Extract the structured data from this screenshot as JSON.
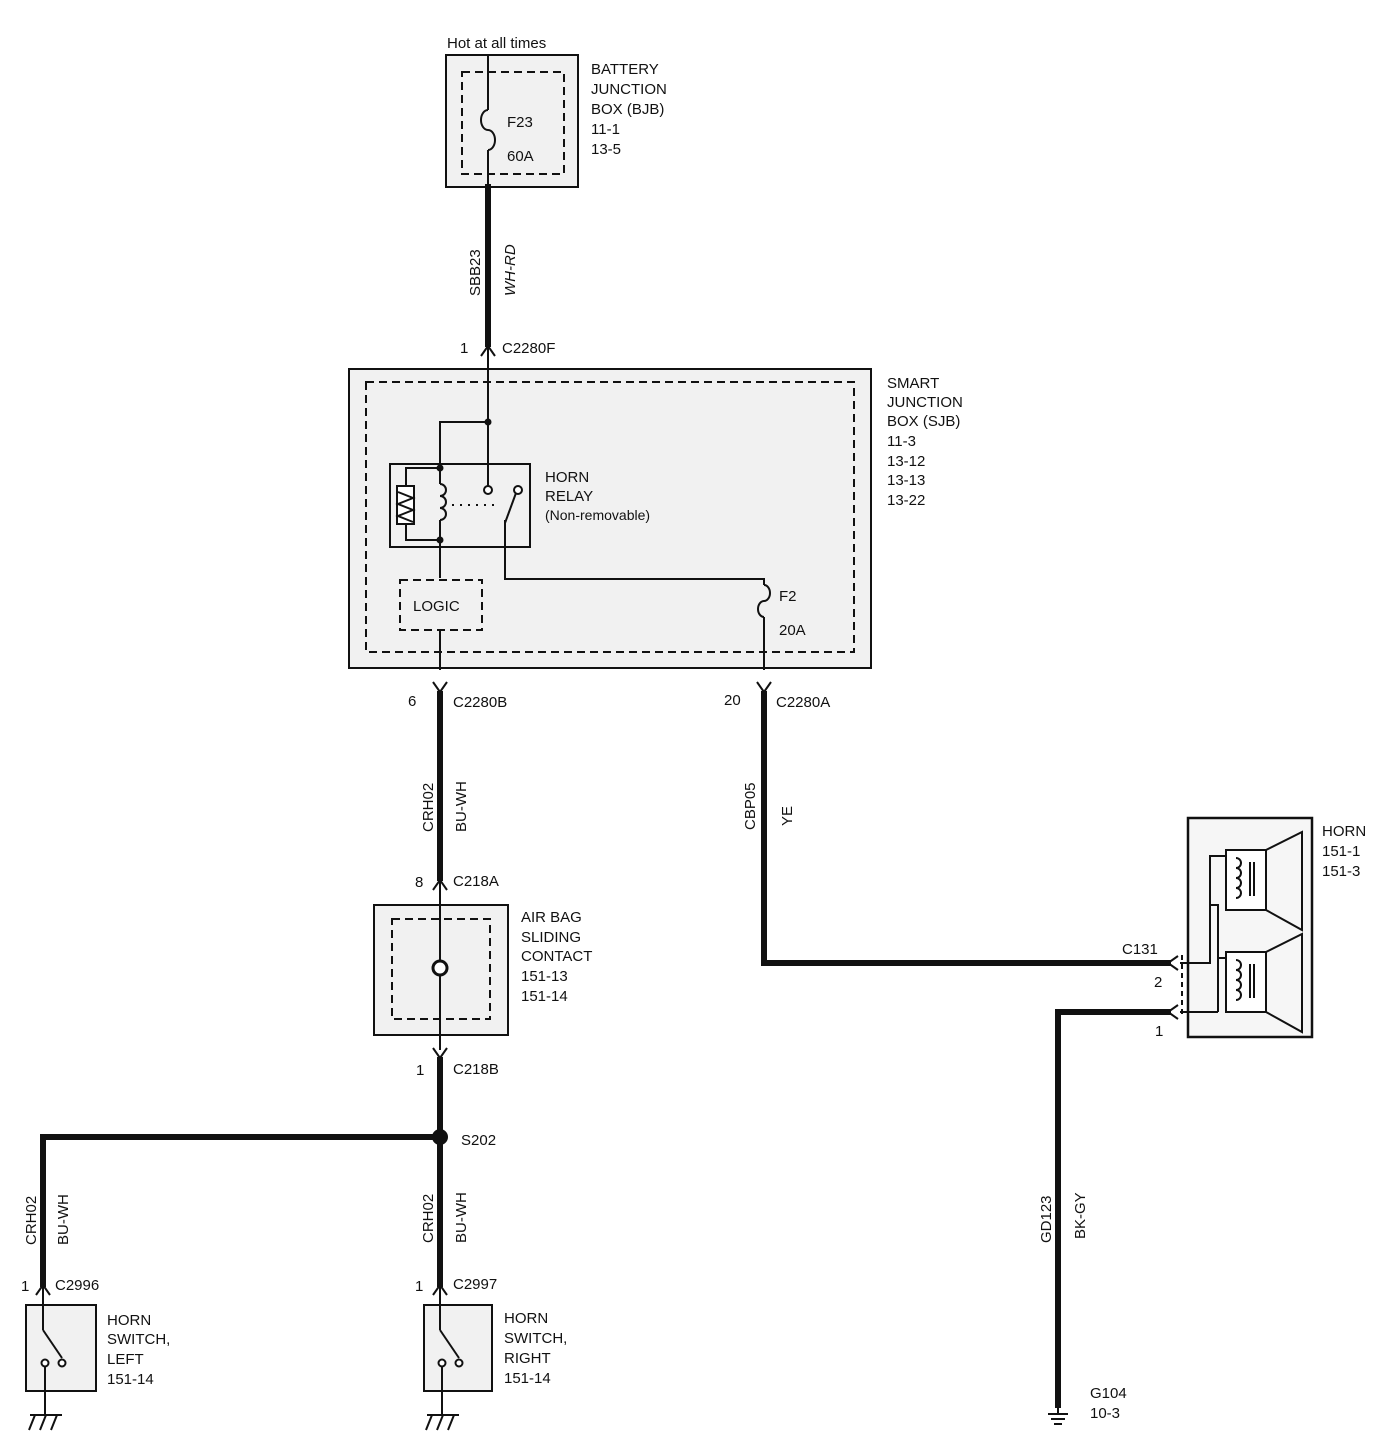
{
  "battery_junction_box": {
    "note": "Hot at all times",
    "lines": [
      "BATTERY",
      "JUNCTION",
      "BOX (BJB)",
      "11-1",
      "13-5"
    ],
    "fuse": "F23",
    "rating": "60A"
  },
  "wire_bjb_sjb": {
    "circuit": "SBB23",
    "color": "WH-RD"
  },
  "connector_c2280f": {
    "pin": "1",
    "name": "C2280F"
  },
  "smart_junction_box": {
    "lines": [
      "SMART",
      "JUNCTION",
      "BOX (SJB)",
      "11-3",
      "13-12",
      "13-13",
      "13-22"
    ],
    "relay_lines": [
      "HORN",
      "RELAY",
      "(Non-removable)"
    ],
    "logic": "LOGIC",
    "fuse": "F2",
    "rating": "20A"
  },
  "connector_c2280b": {
    "pin": "6",
    "name": "C2280B"
  },
  "connector_c2280a": {
    "pin": "20",
    "name": "C2280A"
  },
  "wire_relay_airbag": {
    "circuit": "CRH02",
    "color": "BU-WH"
  },
  "wire_horn_feed": {
    "circuit": "CBP05",
    "color": "YE"
  },
  "connector_c218a": {
    "pin": "8",
    "name": "C218A"
  },
  "air_bag_sliding_contact": {
    "lines": [
      "AIR BAG",
      "SLIDING",
      "CONTACT",
      "151-13",
      "151-14"
    ]
  },
  "connector_c218b": {
    "pin": "1",
    "name": "C218B"
  },
  "splice": {
    "name": "S202"
  },
  "wire_left_switch": {
    "circuit": "CRH02",
    "color": "BU-WH"
  },
  "wire_right_switch": {
    "circuit": "CRH02",
    "color": "BU-WH"
  },
  "connector_c2996": {
    "pin": "1",
    "name": "C2996"
  },
  "connector_c2997": {
    "pin": "1",
    "name": "C2997"
  },
  "horn_switch_left": {
    "lines": [
      "HORN",
      "SWITCH,",
      "LEFT",
      "151-14"
    ]
  },
  "horn_switch_right": {
    "lines": [
      "HORN",
      "SWITCH,",
      "RIGHT",
      "151-14"
    ]
  },
  "horn": {
    "lines": [
      "HORN",
      "151-1",
      "151-3"
    ]
  },
  "connector_c131": {
    "name": "C131",
    "pin_feed": "2",
    "pin_ground": "1"
  },
  "wire_ground": {
    "circuit": "GD123",
    "color": "BK-GY"
  },
  "ground_g104": {
    "lines": [
      "G104",
      "10-3"
    ]
  }
}
